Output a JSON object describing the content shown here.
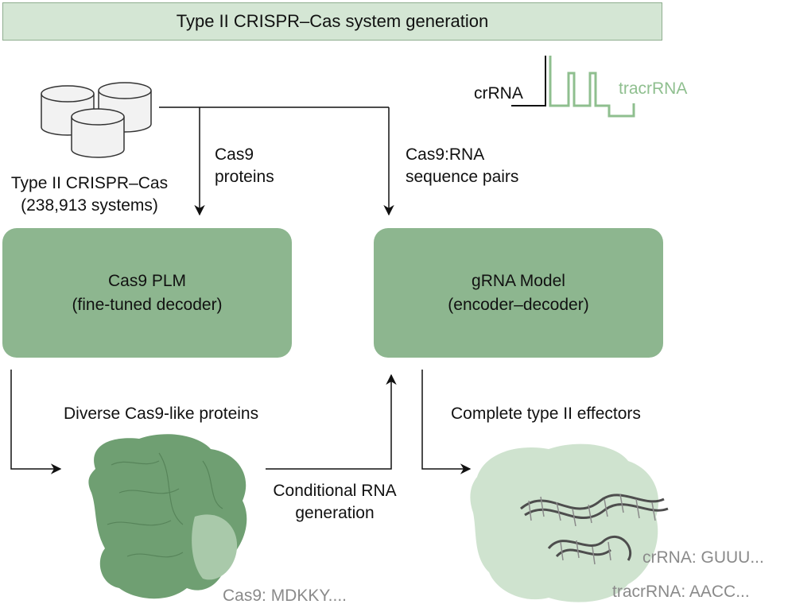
{
  "title": "Type II CRISPR–Cas system generation",
  "database": {
    "label_line1": "Type II CRISPR–Cas",
    "label_line2": "(238,913 systems)"
  },
  "flows": {
    "cas9_proteins_line1": "Cas9",
    "cas9_proteins_line2": "proteins",
    "pairs_line1": "Cas9:RNA",
    "pairs_line2": "sequence pairs",
    "diverse": "Diverse Cas9-like proteins",
    "conditional_line1": "Conditional RNA",
    "conditional_line2": "generation",
    "complete": "Complete type II effectors"
  },
  "legend": {
    "crrna": "crRNA",
    "tracrrna": "tracrRNA"
  },
  "models": {
    "cas9_plm": {
      "line1": "Cas9 PLM",
      "line2": "(fine-tuned decoder)"
    },
    "grna": {
      "line1": "gRNA Model",
      "line2": "(encoder–decoder)"
    }
  },
  "outputs": {
    "cas9_seq": "Cas9: MDKKY....",
    "crrna_seq": "crRNA: GUUU...",
    "tracr_seq": "tracrRNA: AACC..."
  },
  "colors": {
    "box_green": "#8db68f",
    "title_bg": "#d4e6d4",
    "protein_green": "#6f9f72",
    "tracr_green": "#8fbf8f"
  }
}
